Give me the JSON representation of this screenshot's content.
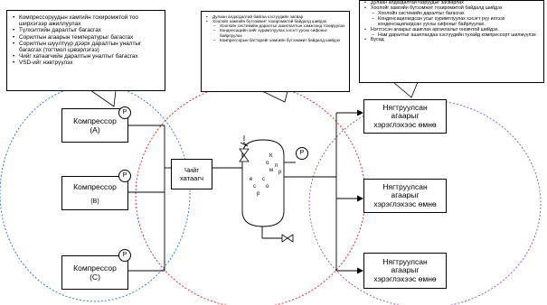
{
  "callouts": {
    "left": [
      "Компрессоруудын хамгийн тохиромжтой тоо ширхэгээр ажиллуулах",
      "Түлхэлтийн даралтыг багасгах",
      "Сорилтын агаарын температурыг багасгах",
      "Сорилтын шүүлтүүр дээрх даралтын уналтыг багасгах (тогтмол цэвэрлэгээ)",
      "Чийг хатаагчийн даралтын уналтыг багасгах",
      "VSD-ийг нэвтрүүлэх"
    ],
    "middle": {
      "main1": "Дулаан алдагдалтай байгаа хэсгүүдийн засвар",
      "main2": "Хоолойг хамгийн бүтээмжит тохиромжтой байдалд шийдэх",
      "subs": [
        "Хоолойн системийн даралтыг ашиглалтын хэмжээнд тохируулах",
        "Конденсацийн хийг хуримтлуулах хэсэгт уусах сифоныг байрлуулах",
        "Компрессорын баттарейг хамгийн бүтээмжит байдалд шийдэх"
      ]
    },
    "right": {
      "lines": [
        "Дулаан алдагдалтай газруудыг засварлах",
        "Хоолойг хамгийн бүтээмжит тохиромжтой байдалд шийдэх"
      ],
      "subs1": [
        "Хоолойн системийн даралтыг багасгах",
        "Конденсацилагдсан усыг хуримтлуулах хэсэгт рүү илгээх конденсацилагдсан уусны сифоныг байрлуулах."
      ],
      "line3": "Нэгтгэсэн агаарыг ашиглах аргачлалыг оновчтой шийдэх.",
      "subs2": [
        "Нам даралтыг ашиглахдаа хэсгүүдийн тухайд компрессорт шилжүүлэх"
      ],
      "line4": "Бусад"
    }
  },
  "compressors": [
    {
      "name": "Компрессор",
      "suffix": "(A)"
    },
    {
      "name": "Компрессор",
      "suffix": "(B)"
    },
    {
      "name": "Компрессор",
      "suffix": "(C)"
    }
  ],
  "gauge_label": "P",
  "dryer": {
    "line1": "Чийг",
    "line2": "хатаагч"
  },
  "tank": {
    "word1": [
      "К",
      "о",
      "м",
      "п",
      "р"
    ],
    "word2": [
      "е",
      "с",
      "с",
      "о",
      "р"
    ]
  },
  "after": {
    "line1": "Нягтруулсан",
    "line2": "агаарыг",
    "line3": "хэрэглэхээс өмнө"
  },
  "colors": {
    "blue_zone": "#1f6fe0",
    "red_zone": "#e0191b",
    "purple_zone": "#8b4fc0"
  }
}
